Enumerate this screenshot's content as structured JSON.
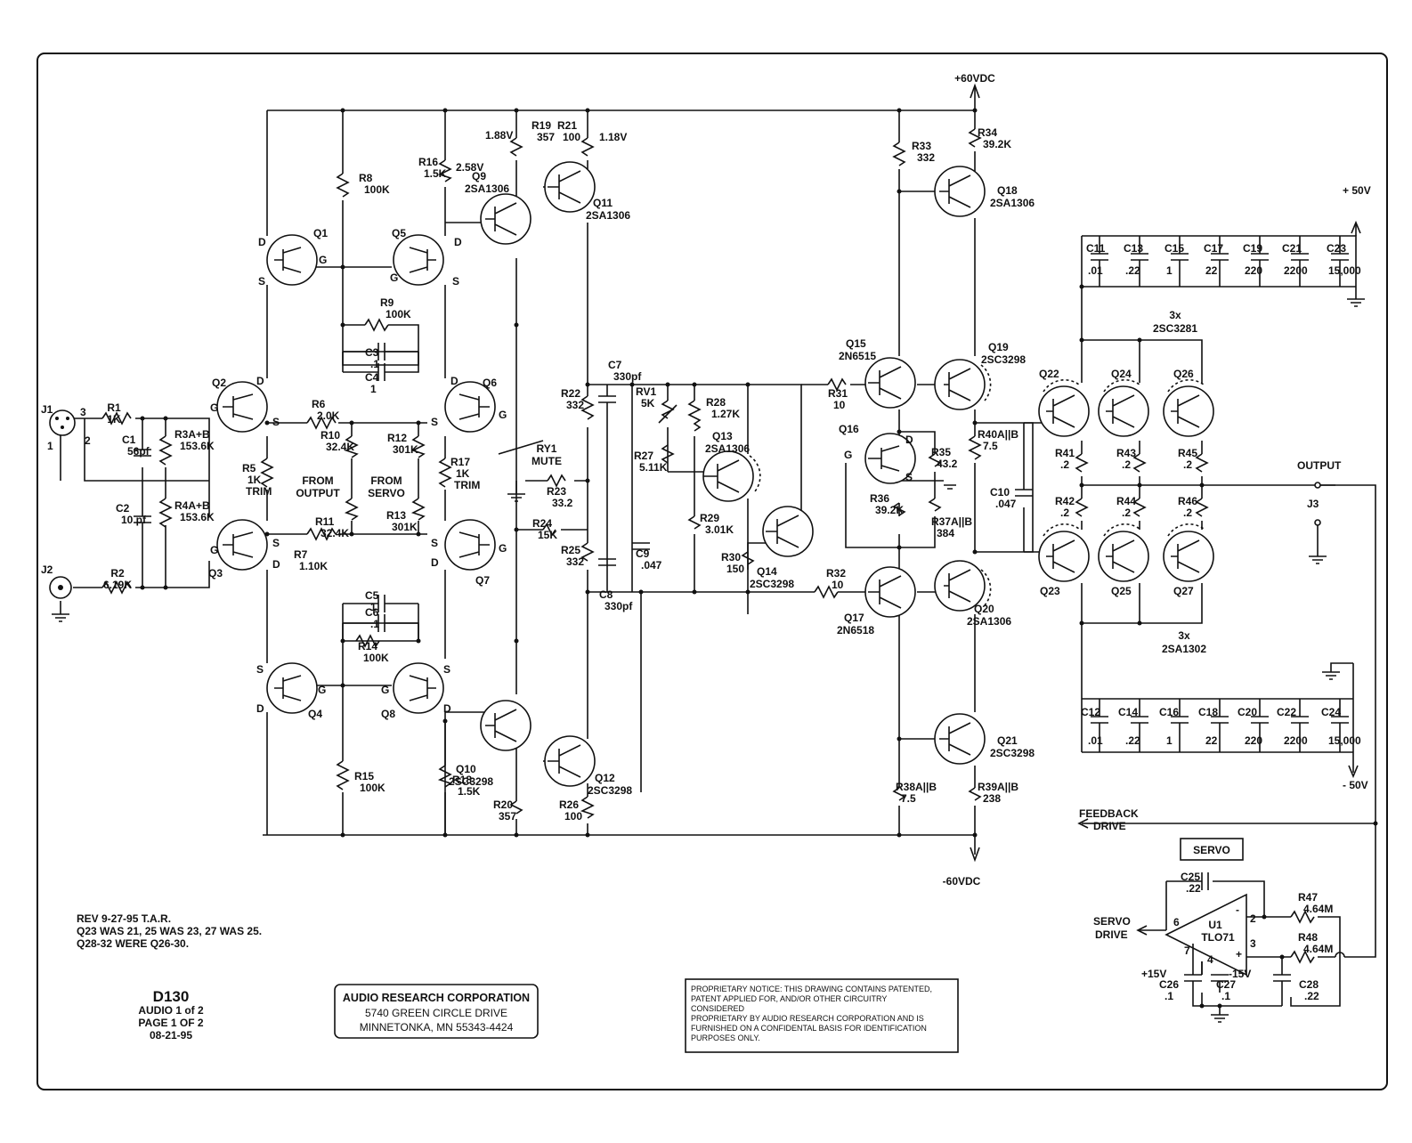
{
  "title_block": {
    "drawing_no": "D130",
    "line1": "AUDIO 1 of 2",
    "line2": "PAGE 1 OF 2",
    "date": "08-21-95"
  },
  "company": {
    "name": "AUDIO RESEARCH CORPORATION",
    "address1": "5740 GREEN CIRCLE DRIVE",
    "address2": "MINNETONKA, MN 55343-4424"
  },
  "revision": {
    "line1": "REV 9-27-95 T.A.R.",
    "line2": "Q23 WAS 21, 25 WAS 23, 27 WAS 25.",
    "line3": "Q28-32 WERE Q26-30."
  },
  "proprietary": [
    "PROPRIETARY NOTICE:  THIS DRAWING CONTAINS PATENTED,",
    "PATENT APPLIED FOR, AND/OR OTHER CIRCUITRY",
    "CONSIDERED",
    "PROPRIETARY BY AUDIO RESEARCH CORPORATION AND IS",
    "FURNISHED ON A CONFIDENTAL BASIS FOR IDENTIFICATION",
    "PURPOSES ONLY."
  ],
  "rails": {
    "pos60": "+60VDC",
    "neg60": "-60VDC",
    "pos50": "+ 50V",
    "neg50": "- 50V"
  },
  "signals": {
    "output": "OUTPUT",
    "j3": "J3",
    "feedback1": "FEEDBACK",
    "feedback2": "DRIVE",
    "servo_out1": "SERVO",
    "servo_out2": "DRIVE",
    "servo_box": "SERVO",
    "from_output1": "FROM",
    "from_output2": "OUTPUT",
    "from_servo1": "FROM",
    "from_servo2": "SERVO",
    "mute1": "RY1",
    "mute2": "MUTE",
    "p15": "+15V",
    "n15": "-15V"
  },
  "voltages": {
    "v188": "1.88V",
    "v118": "1.18V",
    "v258": "2.58V"
  },
  "connectors": {
    "j1": "J1",
    "j2": "J2",
    "pin1": "1",
    "pin2": "2",
    "pin3": "3"
  },
  "fet": {
    "d": "D",
    "s": "S",
    "g": "G"
  },
  "labels": [
    [
      "R1",
      "1K"
    ],
    [
      "C1",
      "56pf"
    ],
    [
      "R3A+B",
      "153.6K"
    ],
    [
      "C2",
      "10 pf"
    ],
    [
      "R4A+B",
      "153.6K"
    ],
    [
      "R2",
      "6.19K"
    ],
    [
      "R5",
      "1K",
      "TRIM"
    ],
    [
      "R6",
      "2.0K"
    ],
    [
      "R10",
      "32.4K"
    ],
    [
      "R11",
      "32.4K"
    ],
    [
      "R7",
      "1.10K"
    ],
    [
      "R12",
      "301K"
    ],
    [
      "R13",
      "301K"
    ],
    [
      "R17",
      "1K",
      "TRIM"
    ],
    [
      "R8",
      "100K"
    ],
    [
      "R9",
      "100K"
    ],
    [
      "C3",
      ".1"
    ],
    [
      "C4",
      "1"
    ],
    [
      "C5",
      "1"
    ],
    [
      "C6",
      ".1"
    ],
    [
      "R14",
      "100K"
    ],
    [
      "R15",
      "100K"
    ],
    [
      "R18",
      "1.5K"
    ],
    [
      "R16",
      "1.5K"
    ],
    [
      "R19",
      "357"
    ],
    [
      "R21",
      "100"
    ],
    [
      "R20",
      "357"
    ],
    [
      "R26",
      "100"
    ],
    [
      "R22",
      "332"
    ],
    [
      "R23",
      "33.2"
    ],
    [
      "R24",
      "15K"
    ],
    [
      "R25",
      "332"
    ],
    [
      "C7",
      "330pf"
    ],
    [
      "C8",
      "330pf"
    ],
    [
      "C9",
      ".047"
    ],
    [
      "RV1",
      "5K"
    ],
    [
      "R27",
      "5.11K"
    ],
    [
      "R28",
      "1.27K"
    ],
    [
      "R29",
      "3.01K"
    ],
    [
      "R30",
      "150"
    ],
    [
      "R31",
      "10"
    ],
    [
      "R32",
      "10"
    ],
    [
      "R33",
      "332"
    ],
    [
      "R34",
      "39.2K"
    ],
    [
      "R35",
      "43.2"
    ],
    [
      "R36",
      "39.2K"
    ],
    [
      "R37A||B",
      "384"
    ],
    [
      "R38A||B",
      "7.5"
    ],
    [
      "R39A||B",
      "238"
    ],
    [
      "R40A||B",
      "7.5"
    ],
    [
      "C10",
      ".047"
    ],
    [
      "R41",
      ".2"
    ],
    [
      "R42",
      ".2"
    ],
    [
      "R43",
      ".2"
    ],
    [
      "R44",
      ".2"
    ],
    [
      "R45",
      ".2"
    ],
    [
      "R46",
      ".2"
    ],
    [
      "R47",
      "4.64M"
    ],
    [
      "R48",
      "4.64M"
    ],
    [
      "C25",
      ".22"
    ],
    [
      "C26",
      ".1"
    ],
    [
      "C27",
      ".1"
    ],
    [
      "C28",
      ".22"
    ]
  ],
  "transistors": [
    [
      "Q1",
      ""
    ],
    [
      "Q2",
      ""
    ],
    [
      "Q3",
      ""
    ],
    [
      "Q4",
      ""
    ],
    [
      "Q5",
      ""
    ],
    [
      "Q6",
      ""
    ],
    [
      "Q7",
      ""
    ],
    [
      "Q8",
      ""
    ],
    [
      "Q9",
      "2SA1306"
    ],
    [
      "Q10",
      "2SC3298"
    ],
    [
      "Q11",
      "2SA1306"
    ],
    [
      "Q12",
      "2SC3298"
    ],
    [
      "Q13",
      "2SA1306"
    ],
    [
      "Q14",
      "2SC3298"
    ],
    [
      "Q15",
      "2N6515"
    ],
    [
      "Q16",
      ""
    ],
    [
      "Q17",
      "2N6518"
    ],
    [
      "Q18",
      "2SA1306"
    ],
    [
      "Q19",
      "2SC3298"
    ],
    [
      "Q20",
      "2SA1306"
    ],
    [
      "Q21",
      "2SC3298"
    ],
    [
      "Q22",
      ""
    ],
    [
      "Q23",
      ""
    ],
    [
      "Q24",
      ""
    ],
    [
      "Q25",
      ""
    ],
    [
      "Q26",
      ""
    ],
    [
      "Q27",
      ""
    ]
  ],
  "output_groups": {
    "top1": "3x",
    "top2": "2SC3281",
    "bot1": "3x",
    "bot2": "2SA1302"
  },
  "cap_bank_top": [
    [
      "C11",
      ".01"
    ],
    [
      "C13",
      ".22"
    ],
    [
      "C15",
      "1"
    ],
    [
      "C17",
      "22"
    ],
    [
      "C19",
      "220"
    ],
    [
      "C21",
      "2200"
    ],
    [
      "C23",
      "15,000"
    ]
  ],
  "cap_bank_bot": [
    [
      "C12",
      ".01"
    ],
    [
      "C14",
      ".22"
    ],
    [
      "C16",
      "1"
    ],
    [
      "C18",
      "22"
    ],
    [
      "C20",
      "220"
    ],
    [
      "C22",
      "2200"
    ],
    [
      "C24",
      "15,000"
    ]
  ],
  "opamp": {
    "ref": "U1",
    "part": "TLO71",
    "pins": [
      "6",
      "2",
      "3",
      "7",
      "4"
    ],
    "plus": "+",
    "minus": "-"
  }
}
